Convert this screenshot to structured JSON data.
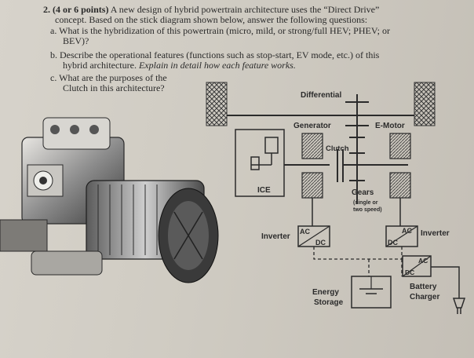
{
  "question": {
    "number": "2.",
    "points": "(4 or 6 points)",
    "intro_line1": "A new design of hybrid powertrain architecture uses the “Direct Drive”",
    "intro_line2": "concept.  Based on the stick diagram shown below, answer the following questions:",
    "a_label": "a.",
    "a_line1": "What is the hybridization of this powertrain (micro, mild, or strong/full HEV; PHEV; or",
    "a_line2": "BEV)?",
    "b_label": "b.",
    "b_line1": "Describe the operational features (functions such as stop-start, EV mode, etc.) of this",
    "b_line2_plain": "hybrid architecture.",
    "b_line2_italic": "Explain in detail how each feature works.",
    "c_label": "c.",
    "c_line1": "What are the purposes of the",
    "c_line2": "Clutch in this architecture?"
  },
  "diagram": {
    "differential": "Differential",
    "generator": "Generator",
    "emotor": "E-Motor",
    "clutch": "Clutch",
    "ice": "ICE",
    "gears": "Gears",
    "gears_note1": "(single or",
    "gears_note2": "two speed)",
    "inverter_left": "Inverter",
    "inverter_right": "Inverter",
    "ac": "AC",
    "dc": "DC",
    "energy_storage1": "Energy",
    "energy_storage2": "Storage",
    "battery_charger1": "Battery",
    "battery_charger2": "Charger"
  }
}
